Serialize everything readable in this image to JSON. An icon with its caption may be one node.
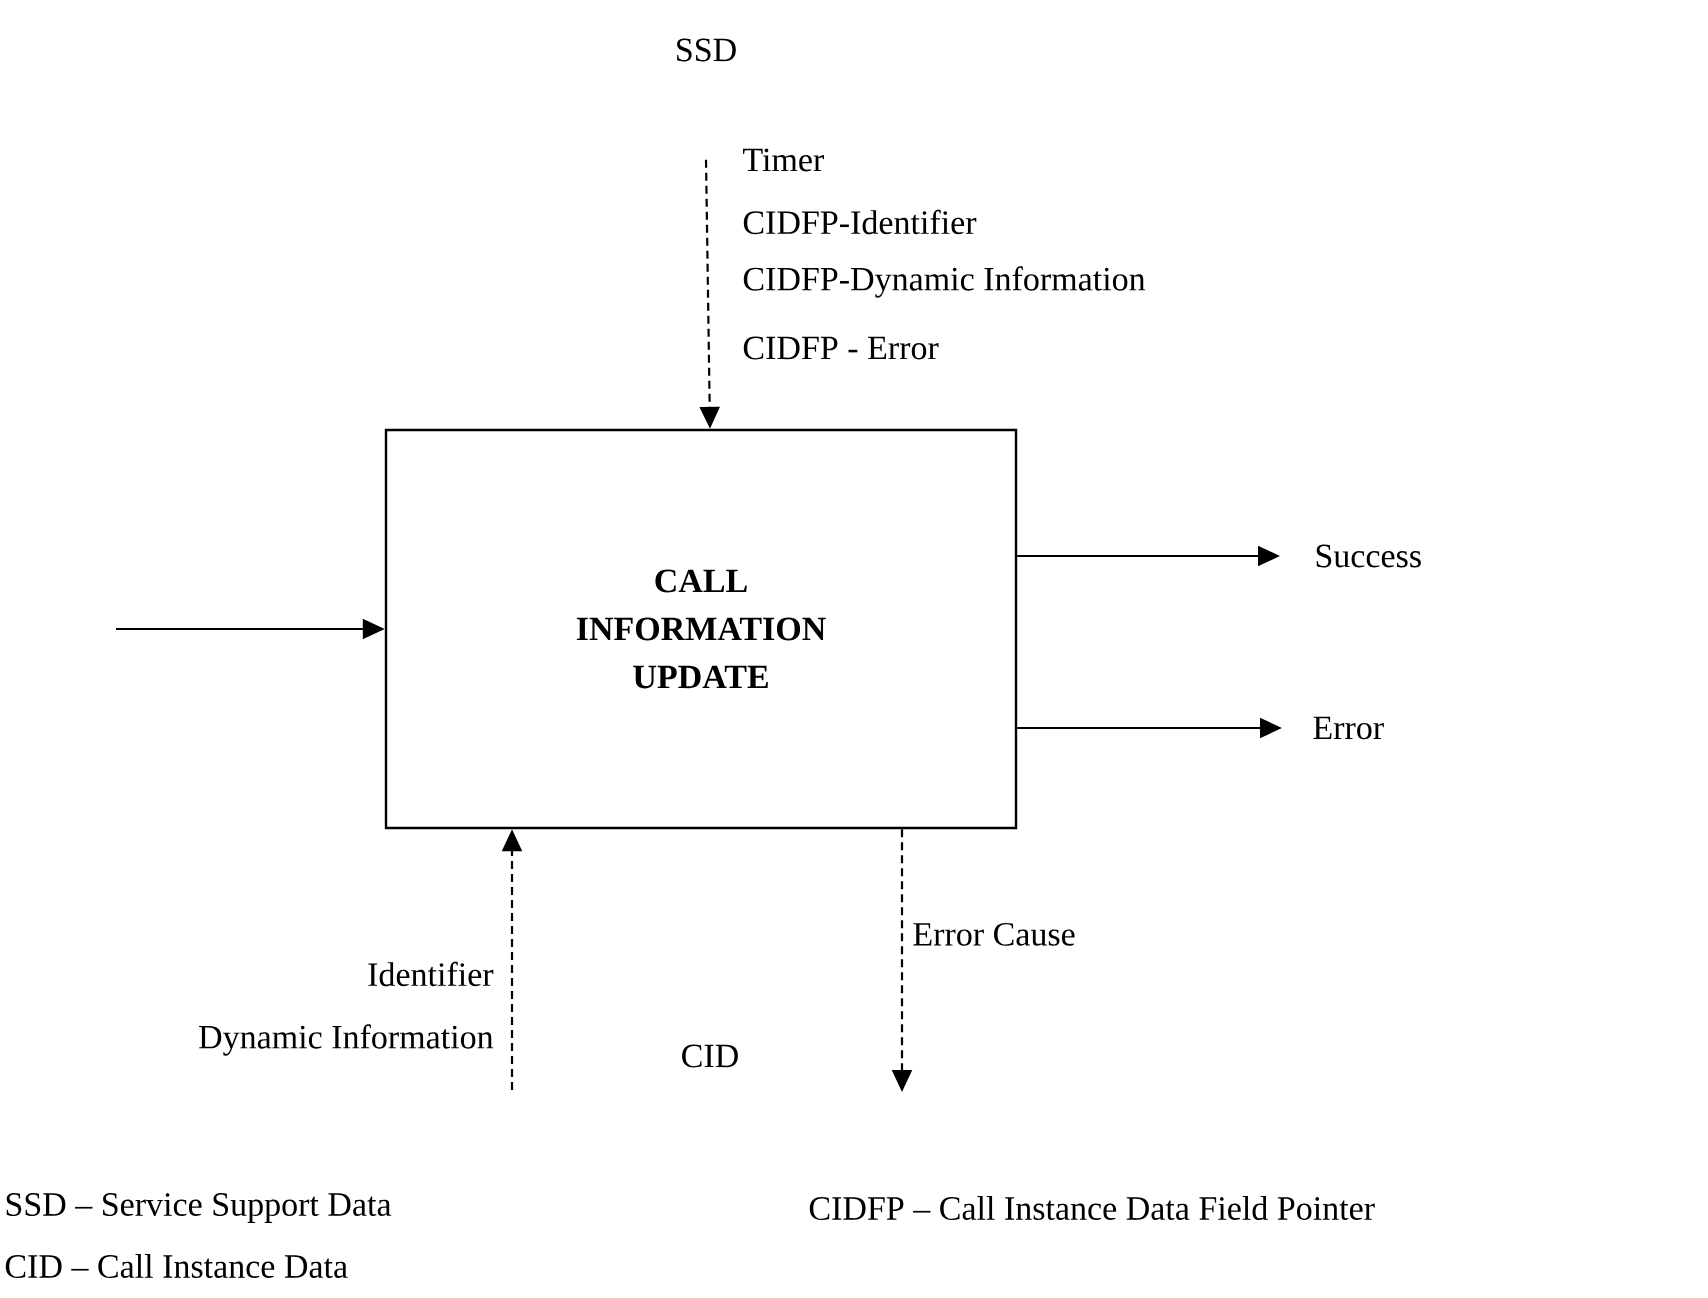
{
  "diagram": {
    "nodes": [
      {
        "text": [
          "CALL INFORMATION UPDATE"
        ]
      },
      {
        "text": [
          "SSD"
        ]
      },
      {
        "text": [
          "Success"
        ]
      },
      {
        "text": [
          "Error"
        ]
      }
    ],
    "edges": [
      {
        "from": null,
        "to": 0,
        "arrow": "to"
      },
      {
        "from": 1,
        "to": 0,
        "arrow": "to",
        "style": "dashed"
      },
      {
        "from": 0,
        "to": 2,
        "arrow": "to"
      },
      {
        "from": 0,
        "to": 3,
        "arrow": "to"
      },
      {
        "from": null,
        "to": 0,
        "arrow": "to",
        "style": "dashed"
      },
      {
        "from": 0,
        "to": null,
        "arrow": "to",
        "style": "dashed",
        "label": "Error Cause"
      }
    ],
    "labels": [
      "Timer",
      "CIDFP-Identifier",
      "CIDFP-Dynamic Information",
      "CIDFP - Error",
      "Identifier",
      "Dynamic Information",
      "CID",
      "SSD – Service Support Data",
      "CIDFP – Call Instance Data Field Pointer",
      "CID – Call Instance Data"
    ]
  }
}
